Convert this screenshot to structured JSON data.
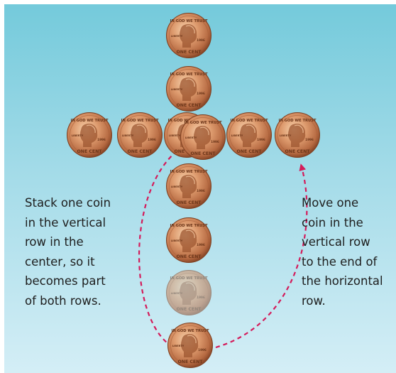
{
  "captions": {
    "left": [
      "Stack one coin",
      "in the vertical",
      "row in the",
      "center, so it",
      "becomes part",
      "of both rows."
    ],
    "right": [
      "Move one",
      "coin in the",
      "vertical row",
      "to the end of",
      "the horizontal",
      "row."
    ]
  },
  "coin": {
    "motto": "IN GOD WE TRUST",
    "denomination": "ONE CENT",
    "liberty": "LIBERTY",
    "year": "1996"
  },
  "colors": {
    "background_top": "#74cadb",
    "background_bottom": "#d4eef6",
    "arrow": "#d41b5a",
    "copper": "#c9825a"
  }
}
